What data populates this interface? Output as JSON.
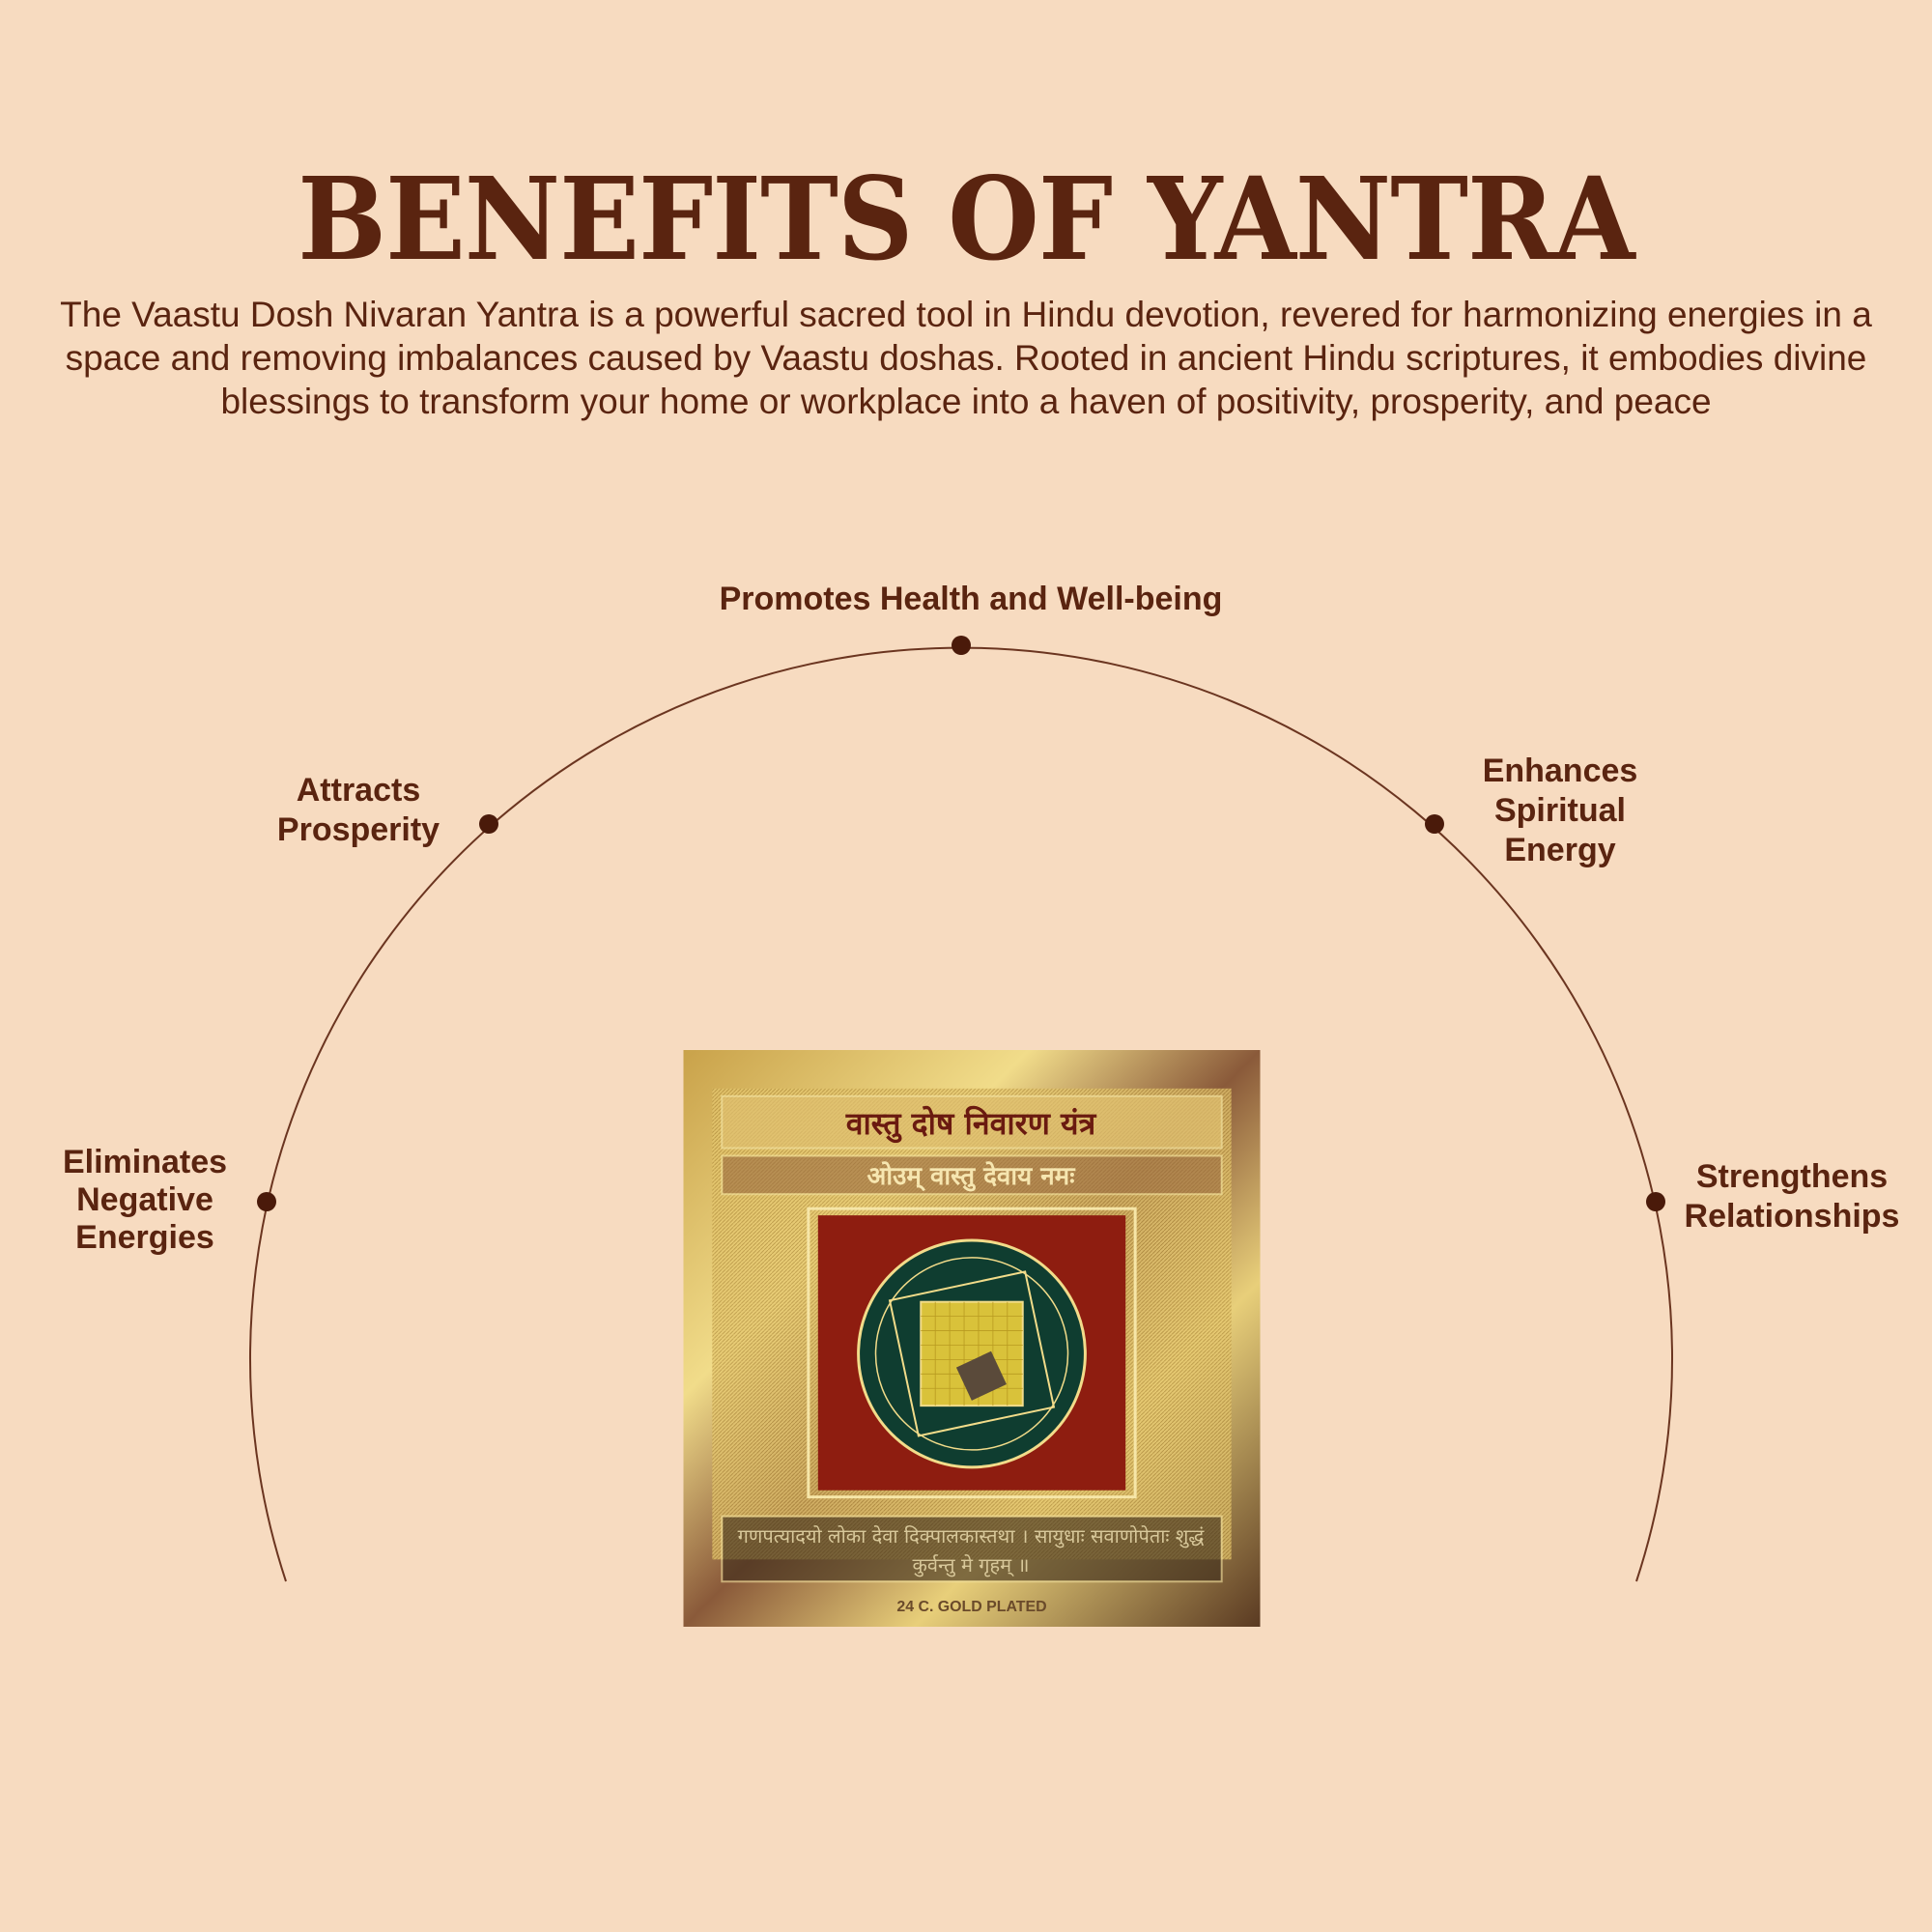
{
  "header": {
    "title": "BENEFITS OF YANTRA",
    "description": "The Vaastu Dosh Nivaran Yantra is a powerful sacred tool in Hindu devotion, revered for harmonizing energies in a space and removing imbalances caused by Vaastu doshas. Rooted in ancient Hindu scriptures, it embodies divine blessings to transform your home or workplace into a haven of positivity, prosperity, and peace"
  },
  "benefits": [
    {
      "label": "Promotes Health and Well-being"
    },
    {
      "label": "Attracts\nProsperity"
    },
    {
      "label": "Enhances\nSpiritual\nEnergy"
    },
    {
      "label": "Eliminates\nNegative\nEnergies"
    },
    {
      "label": "Strengthens\nRelationships"
    }
  ],
  "yantra": {
    "heading": "वास्तु दोष निवारण यंत्र",
    "mantra": "ओउम् वास्तु देवाय नमः",
    "shloka": "गणपत्यादयो लोका देवा दिक्पालकास्तथा । सायुधाः सवाणोपेताः शुद्धं कुर्वन्तु मे गृहम् ॥",
    "stamp": "24 C. GOLD PLATED"
  },
  "colors": {
    "background": "#f7dbc0",
    "text": "#5a2410",
    "gold": "#d9b24a",
    "red": "#8e1d10",
    "green": "#0f3d30"
  }
}
